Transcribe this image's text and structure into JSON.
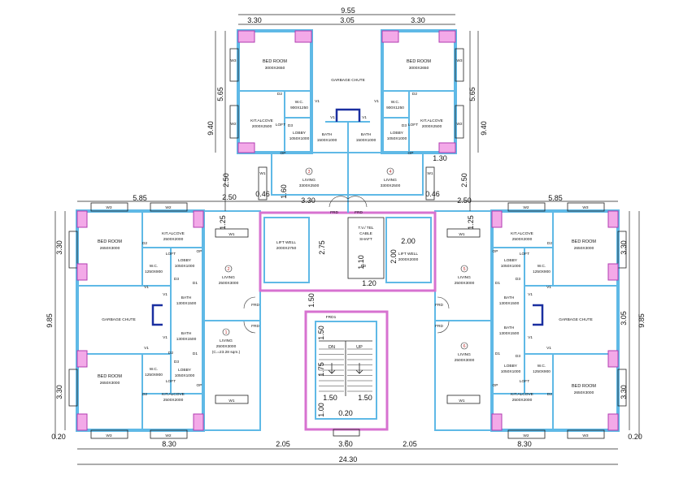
{
  "dimensions": {
    "top_overall": "9.55",
    "top_left": "3.30",
    "top_mid": "3.05",
    "top_right": "3.30",
    "top_side_left": "5.65",
    "top_side_right": "5.65",
    "top_height_left": "9.40",
    "top_height_right": "9.40",
    "wing_top_2_50_left": "2.50",
    "wing_top_2_50_right": "2.50",
    "d_0_46_left": "0.46",
    "d_0_46_right": "0.46",
    "d_1_60": "1.60",
    "d_1_30": "1.30",
    "mid_left_2_50": "2.50",
    "mid_3_30": "3.30",
    "mid_right_2_50": "2.50",
    "left_top_5_85": "5.85",
    "right_top_5_85": "5.85",
    "left_v_3_30_top": "3.30",
    "left_v_9_85": "9.85",
    "left_v_3_30_bot": "3.30",
    "left_v_0_20": "0.20",
    "right_v_3_30_top": "3.30",
    "right_v_9_85": "9.85",
    "right_v_3_05": "3.05",
    "right_v_3_30_bot": "3.30",
    "right_v_0_20": "0.20",
    "left_1_25": "1.25",
    "right_1_25": "1.25",
    "core_2_75": "2.75",
    "core_1_50": "1.50",
    "core_2_00_a": "2.00",
    "core_2_00_b": "2.00",
    "core_1_10": "1.10",
    "core_1_20": "1.20",
    "stair_1_50_top": "1.50",
    "stair_1_75": "1.75",
    "stair_1_50_mid": "1.50",
    "stair_1_00": "1.00",
    "stair_0_20": "0.20",
    "stair_1_50_left": "1.50",
    "stair_1_50_right": "1.50",
    "bottom_8_30_left": "8.30",
    "bottom_2_05_left": "2.05",
    "bottom_3_60": "3.60",
    "bottom_2_05_right": "2.05",
    "bottom_8_30_right": "8.30",
    "bottom_overall": "24.30"
  },
  "rooms": {
    "tl_bed": {
      "name": "BED ROOM",
      "size": "3000X2650"
    },
    "tr_bed": {
      "name": "BED ROOM",
      "size": "3000X2650"
    },
    "tl_wc": {
      "name": "W.C.",
      "size": "900X1250"
    },
    "tr_wc": {
      "name": "W.C.",
      "size": "900X1250"
    },
    "tl_kit": {
      "name": "KIT.ALCOVE",
      "size": "2000X2500"
    },
    "tr_kit": {
      "name": "KIT.ALCOVE",
      "size": "2000X2500"
    },
    "tl_lobby": {
      "name": "LOBBY",
      "size": "1050X1000"
    },
    "tr_lobby": {
      "name": "LOBBY",
      "size": "1050X1000"
    },
    "tl_bath": {
      "name": "BATH",
      "size": "1500X1000"
    },
    "tr_bath": {
      "name": "BATH",
      "size": "1500X1000"
    },
    "top_chute": {
      "name": "GARBAGE CHUTE"
    },
    "living3": {
      "num": "3",
      "name": "LIVING",
      "size": "3300X2500"
    },
    "living4": {
      "num": "4",
      "name": "LIVING",
      "size": "3300X2500"
    },
    "living2": {
      "num": "2",
      "name": "LIVING",
      "size": "2500X3000"
    },
    "living1": {
      "num": "1",
      "name": "LIVING",
      "size": "2500X3000",
      "area": "(C.=23.28 sqm.)"
    },
    "living5": {
      "num": "5",
      "name": "LIVING",
      "size": "2500X3000"
    },
    "living6": {
      "num": "6",
      "name": "LIVING",
      "size": "2500X3000"
    },
    "l_bed_top": {
      "name": "BED ROOM",
      "size": "2650X3000"
    },
    "l_bed_bot": {
      "name": "BED ROOM",
      "size": "2650X3000"
    },
    "r_bed_top": {
      "name": "BED ROOM",
      "size": "2650X3000"
    },
    "r_bed_bot": {
      "name": "BED ROOM",
      "size": "2650X3000"
    },
    "l_kit_top": {
      "name": "KIT.ALCOVE",
      "size": "2500X2000"
    },
    "l_kit_bot": {
      "name": "KIT.ALCOVE",
      "size": "2500X2000"
    },
    "r_kit_top": {
      "name": "KIT.ALCOVE",
      "size": "2500X2000"
    },
    "r_kit_bot": {
      "name": "KIT.ALCOVE",
      "size": "2500X2000"
    },
    "l_lobby_top": {
      "name": "LOBBY",
      "size": "1050X1000"
    },
    "l_lobby_bot": {
      "name": "LOBBY",
      "size": "1050X1000"
    },
    "r_lobby_top": {
      "name": "LOBBY",
      "size": "1050X1000"
    },
    "r_lobby_bot": {
      "name": "LOBBY",
      "size": "1050X1000"
    },
    "l_wc_top": {
      "name": "W.C.",
      "size": "1250X900"
    },
    "l_wc_bot": {
      "name": "W.C.",
      "size": "1250X900"
    },
    "r_wc_top": {
      "name": "W.C.",
      "size": "1250X900"
    },
    "r_wc_bot": {
      "name": "W.C.",
      "size": "1250X900"
    },
    "l_bath_top": {
      "name": "BATH",
      "size": "1300X1500"
    },
    "l_bath_bot": {
      "name": "BATH",
      "size": "1300X1500"
    },
    "r_bath_top": {
      "name": "BATH",
      "size": "1300X1500"
    },
    "r_bath_bot": {
      "name": "BATH",
      "size": "1300X1500"
    },
    "l_chute": {
      "name": "GARBAGE CHUTE"
    },
    "r_chute": {
      "name": "GARBAGE CHUTE"
    },
    "lift_left": {
      "name": "LIFT WELL",
      "size": "2000X2750"
    },
    "lift_right": {
      "name": "LIFT WELL",
      "size": "2000X2000"
    },
    "tv_shaft": {
      "name": "T.V./ TEL",
      "line2": "CABLE",
      "line3": "SHAFT"
    }
  },
  "tags": {
    "w1": "W1",
    "w2": "W2",
    "w3": "W3",
    "d1": "D1",
    "d2": "D2",
    "d3": "D3",
    "v1": "V1",
    "op": "OP",
    "loft": "LOFT",
    "frd": "FRD",
    "frd1": "FRD1",
    "fd": "FD",
    "j1": "J1",
    "dn": "DN",
    "up": "UP"
  }
}
